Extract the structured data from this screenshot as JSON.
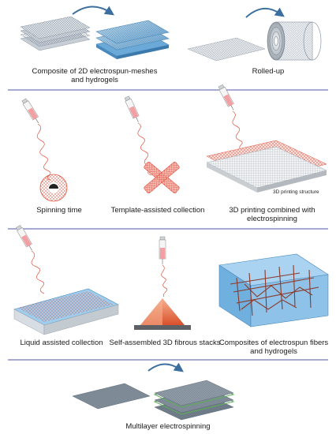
{
  "labels": {
    "composite_2d": "Composite of 2D electrospun-meshes\nand hydrogels",
    "rolled_up": "Rolled-up",
    "spinning_time": "Spinning time",
    "template_assisted": "Template-assisted collection",
    "printing_combined": "3D printing combined with\nelectrospinning",
    "printing_structure": "3D printing structure",
    "liquid_assisted": "Liquid assisted collection",
    "self_assembled": "Self-assembled 3D fibrous stacks",
    "composites_fibers": "Composites of electrospun fibers\nand hydrogels",
    "multilayer": "Multilayer electrospinning"
  },
  "colors": {
    "divider": "#4f57a8",
    "arrow": "#3c6f9e",
    "fiber_red": "#e0533f",
    "hydrogel_blue": "#8ec2e8",
    "mesh_gray": "#8f9aa6",
    "syringe_pink": "#f2a0a3",
    "orange_cone": "#e8763e",
    "fiber_brown": "#8b3a2a",
    "green_layer": "#5cae56"
  }
}
